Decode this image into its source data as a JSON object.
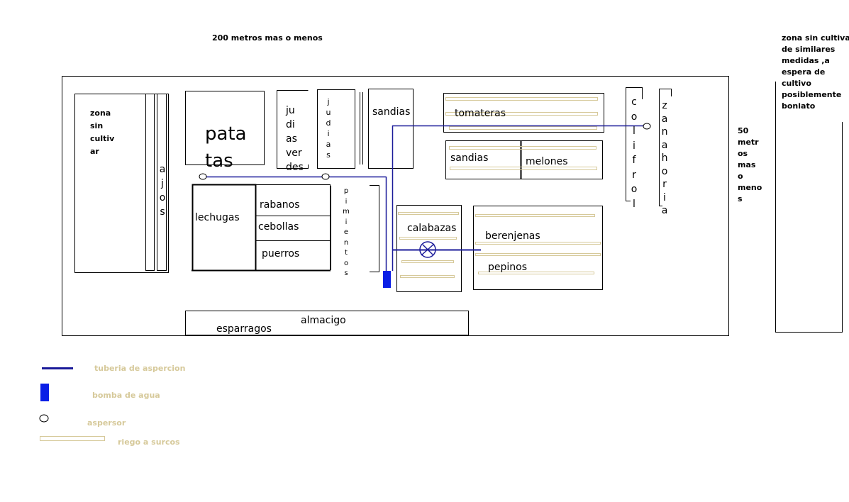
{
  "colors": {
    "pipe": "#1a1a99",
    "pump": "#0a1ee6",
    "furrow": "#d6c99a",
    "legend_text": "#d6c99a",
    "outline": "#000000"
  },
  "top": {
    "width_label": "200 metros mas o menos",
    "height_label": "50\nmetr\nos\nmas\no\nmeno\ns",
    "adjacent_zone": "zona sin cultivar\nde similares\nmedidas ,a\nespera de\ncultivo\nposiblemente\nboniato"
  },
  "plots": {
    "zona_sin_cultivar": "zona\nsin\ncultiv\nar",
    "ajos": "a\nj\no\ns",
    "patatas": "pata\ntas",
    "judias_verdes": "ju\ndi\nas\nver\ndes",
    "judias": "j\nu\nd\ni\na\ns",
    "sandias_1": "sandias",
    "tomateras": "tomateras",
    "sandias_2": "sandias",
    "melones": "melones",
    "coliflor": "c\no\nl\ni\nf\nr\no\nl",
    "zanahoria": "z\na\nn\na\nh\no\nr\ni\na",
    "lechugas": "lechugas",
    "rabanos": "rabanos",
    "cebollas": "cebollas",
    "puerros": "puerros",
    "pimientos": "p\ni\nm\ni\ne\nn\nt\no\ns",
    "calabazas": "calabazas",
    "berenjenas": "berenjenas",
    "pepinos": "pepinos",
    "almacigo": "almacigo",
    "esparragos": "esparragos"
  },
  "legend": {
    "pipe": "tuberia de aspercion",
    "pump": "bomba de agua",
    "sprinkler": "aspersor",
    "furrow": "riego a surcos"
  }
}
